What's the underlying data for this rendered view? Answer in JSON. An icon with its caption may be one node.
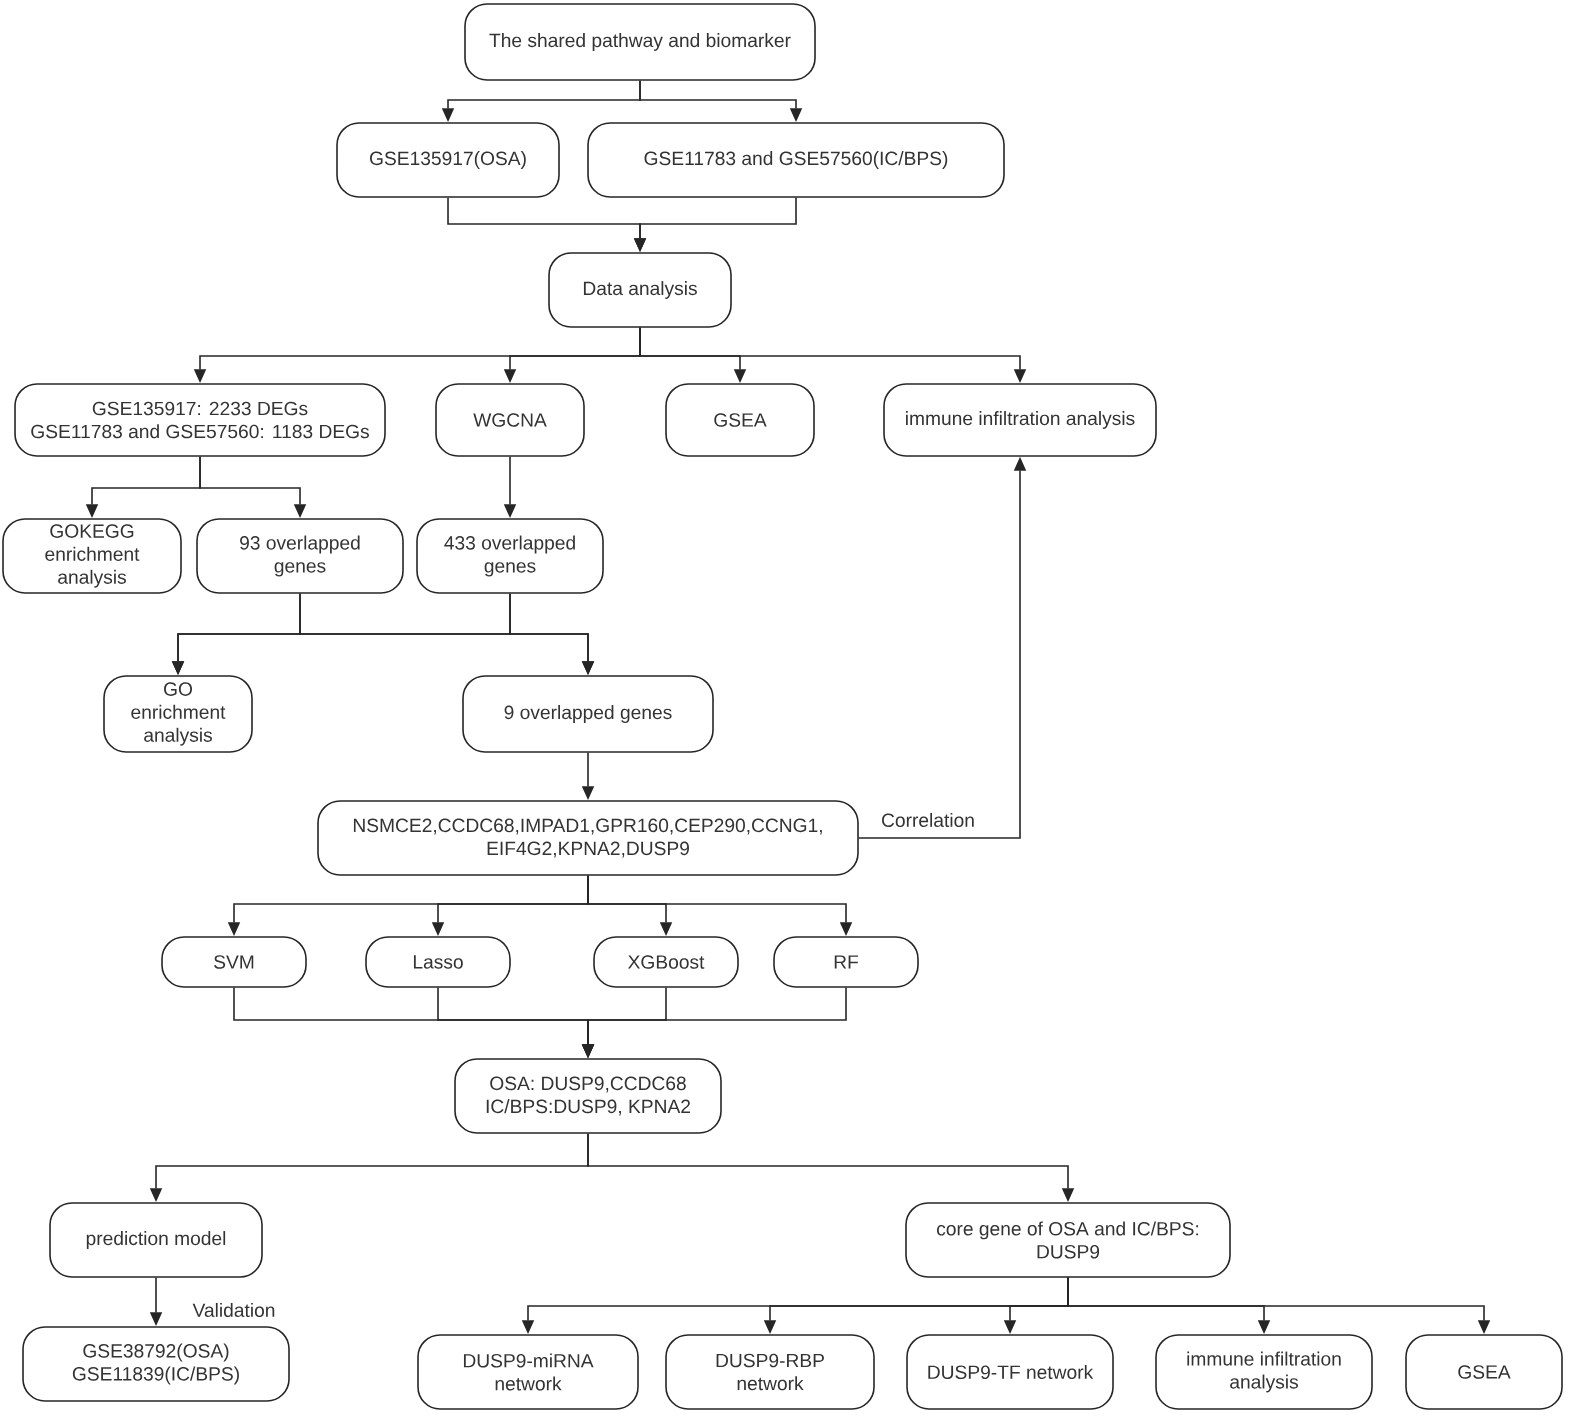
{
  "diagram": {
    "nodes": [
      {
        "text": [
          "The shared pathway and biomarker"
        ]
      },
      {
        "text": [
          "GSE135917(OSA)"
        ]
      },
      {
        "text": [
          "GSE11783 and GSE57560(IC/BPS)"
        ]
      },
      {
        "text": [
          "Data analysis"
        ]
      },
      {
        "text": [
          "GSE135917: 2233 DEGs",
          "GSE11783 and GSE57560: 1183 DEGs"
        ]
      },
      {
        "text": [
          "WGCNA"
        ]
      },
      {
        "text": [
          "GSEA"
        ]
      },
      {
        "text": [
          "immune infiltration analysis"
        ]
      },
      {
        "text": [
          "GOKEGG enrichment analysis"
        ]
      },
      {
        "text": [
          "93 overlapped genes"
        ]
      },
      {
        "text": [
          "433 overlapped genes"
        ]
      },
      {
        "text": [
          "GO enrichment analysis"
        ]
      },
      {
        "text": [
          "9 overlapped genes"
        ]
      },
      {
        "text": [
          "NSMCE2,CCDC68,IMPAD1,GPR160,CEP290,CCNG1, EIF4G2,KPNA2,DUSP9"
        ]
      },
      {
        "text": [
          "SVM"
        ]
      },
      {
        "text": [
          "Lasso"
        ]
      },
      {
        "text": [
          "XGBoost"
        ]
      },
      {
        "text": [
          "RF"
        ]
      },
      {
        "text": [
          "OSA: DUSP9,CCDC68",
          "IC/BPS:DUSP9, KPNA2"
        ]
      },
      {
        "text": [
          "prediction model"
        ]
      },
      {
        "text": [
          "core gene of OSA and IC/BPS: DUSP9"
        ]
      },
      {
        "text": [
          "GSE38792(OSA)",
          "GSE11839(IC/BPS)"
        ]
      },
      {
        "text": [
          "DUSP9-miRNA network"
        ]
      },
      {
        "text": [
          "DUSP9-RBP network"
        ]
      },
      {
        "text": [
          "DUSP9-TF network"
        ]
      },
      {
        "text": [
          "immune infiltration analysis"
        ]
      },
      {
        "text": [
          "GSEA"
        ]
      }
    ],
    "edges": [
      {
        "from": 0,
        "to": 1,
        "arrow": "to"
      },
      {
        "from": 0,
        "to": 2,
        "arrow": "to"
      },
      {
        "from": 1,
        "to": 3,
        "arrow": "to"
      },
      {
        "from": 2,
        "to": 3,
        "arrow": "to"
      },
      {
        "from": 3,
        "to": 4,
        "arrow": "to"
      },
      {
        "from": 3,
        "to": 5,
        "arrow": "to"
      },
      {
        "from": 3,
        "to": 6,
        "arrow": "to"
      },
      {
        "from": 3,
        "to": 7,
        "arrow": "to"
      },
      {
        "from": 4,
        "to": 8,
        "arrow": "to"
      },
      {
        "from": 4,
        "to": 9,
        "arrow": "to"
      },
      {
        "from": 5,
        "to": 10,
        "arrow": "to"
      },
      {
        "from": 9,
        "to": 11,
        "arrow": "to"
      },
      {
        "from": 9,
        "to": 12,
        "arrow": "to"
      },
      {
        "from": 10,
        "to": 11,
        "arrow": "to"
      },
      {
        "from": 10,
        "to": 12,
        "arrow": "to"
      },
      {
        "from": 12,
        "to": 13,
        "arrow": "to"
      },
      {
        "from": 13,
        "to": 7,
        "arrow": "to",
        "label": "Correlation"
      },
      {
        "from": 13,
        "to": 14,
        "arrow": "to"
      },
      {
        "from": 13,
        "to": 15,
        "arrow": "to"
      },
      {
        "from": 13,
        "to": 16,
        "arrow": "to"
      },
      {
        "from": 13,
        "to": 17,
        "arrow": "to"
      },
      {
        "from": 14,
        "to": 18,
        "arrow": "to"
      },
      {
        "from": 15,
        "to": 18,
        "arrow": "to"
      },
      {
        "from": 16,
        "to": 18,
        "arrow": "to"
      },
      {
        "from": 17,
        "to": 18,
        "arrow": "to"
      },
      {
        "from": 18,
        "to": 19,
        "arrow": "to"
      },
      {
        "from": 18,
        "to": 20,
        "arrow": "to"
      },
      {
        "from": 19,
        "to": 21,
        "arrow": "to",
        "label": "Validation"
      },
      {
        "from": 20,
        "to": 22,
        "arrow": "to"
      },
      {
        "from": 20,
        "to": 23,
        "arrow": "to"
      },
      {
        "from": 20,
        "to": 24,
        "arrow": "to"
      },
      {
        "from": 20,
        "to": 25,
        "arrow": "to"
      },
      {
        "from": 20,
        "to": 26,
        "arrow": "to"
      }
    ]
  }
}
